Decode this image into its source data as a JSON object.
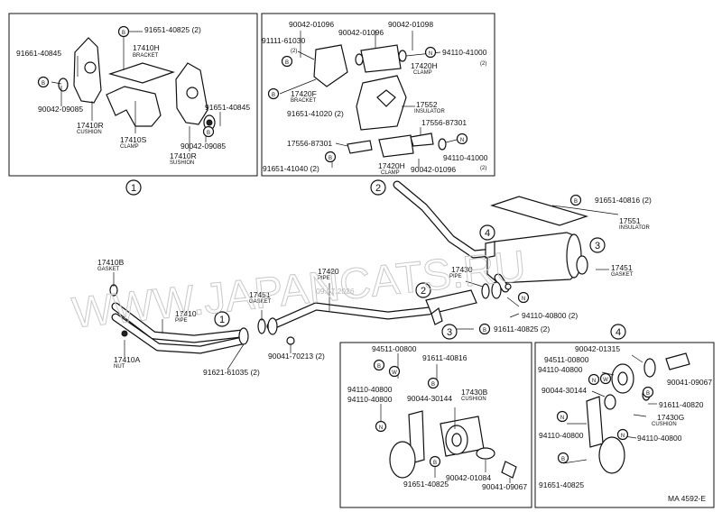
{
  "callouts": [
    {
      "text": "91651-40825 (2)"
    },
    {
      "text": "17410H"
    },
    {
      "text": "BRACKET"
    },
    {
      "text": "91661-40845"
    },
    {
      "text": "90042-09085"
    },
    {
      "text": "17410R"
    },
    {
      "text": "CUSHION"
    },
    {
      "text": "17410S"
    },
    {
      "text": "CLAMP"
    },
    {
      "text": "91651-40845"
    },
    {
      "text": "90042-09085"
    },
    {
      "text": "17410R"
    },
    {
      "text": "SUSHION"
    },
    {
      "text": "90042-01096"
    },
    {
      "text": "90042-01096"
    },
    {
      "text": "90042-01098"
    },
    {
      "text": "91111-61030"
    },
    {
      "text": "(2)"
    },
    {
      "text": "94110-41000"
    },
    {
      "text": "(2)"
    },
    {
      "text": "17420H"
    },
    {
      "text": "CLAMP"
    },
    {
      "text": "17420F"
    },
    {
      "text": "BRACKET"
    },
    {
      "text": "91651-41020 (2)"
    },
    {
      "text": "17552"
    },
    {
      "text": "INSULATOR"
    },
    {
      "text": "17556-87301"
    },
    {
      "text": "17556-87301"
    },
    {
      "text": "94110-41000"
    },
    {
      "text": "(2)"
    },
    {
      "text": "17420H"
    },
    {
      "text": "CLAMP"
    },
    {
      "text": "91651-41040 (2)"
    },
    {
      "text": "90042-01096"
    },
    {
      "text": "91651-40816 (2)"
    },
    {
      "text": "17551"
    },
    {
      "text": "INSULATOR"
    },
    {
      "text": "17410B"
    },
    {
      "text": "GASKET"
    },
    {
      "text": "17420"
    },
    {
      "text": "PIPE"
    },
    {
      "text": "17451"
    },
    {
      "text": "GASKET"
    },
    {
      "text": "17430"
    },
    {
      "text": "PIPE"
    },
    {
      "text": "17451"
    },
    {
      "text": "GASKET"
    },
    {
      "text": "17410"
    },
    {
      "text": "PIPE"
    },
    {
      "text": "94110-40800 (2)"
    },
    {
      "text": "91611-40825 (2)"
    },
    {
      "text": "17410A"
    },
    {
      "text": "NUT"
    },
    {
      "text": "90041-70213 (2)"
    },
    {
      "text": "91621-61035 (2)"
    },
    {
      "text": "94511-00800"
    },
    {
      "text": "91611-40816"
    },
    {
      "text": "94110-40800"
    },
    {
      "text": "94110-40800"
    },
    {
      "text": "90044-30144"
    },
    {
      "text": "17430B"
    },
    {
      "text": "CUSHION"
    },
    {
      "text": "91651-40825"
    },
    {
      "text": "90042-01084"
    },
    {
      "text": "90041-09067"
    },
    {
      "text": "90042-01315"
    },
    {
      "text": "94511-00800"
    },
    {
      "text": "94110-40800"
    },
    {
      "text": "90041-09067"
    },
    {
      "text": "90044-30144"
    },
    {
      "text": "91611-40820"
    },
    {
      "text": "17430G"
    },
    {
      "text": "CUSHION"
    },
    {
      "text": "94110-40800"
    },
    {
      "text": "94110-40800"
    },
    {
      "text": "91651-40825"
    }
  ],
  "symbols": {
    "bolt": "B",
    "nut": "N",
    "washer": "W"
  },
  "group_numbers": {
    "g1": "1",
    "g2": "2",
    "g3": "3",
    "g4": "4"
  },
  "drawing_code": "MA 4592-E",
  "watermark": {
    "text": "WWW.JAPANCATS.RU",
    "date": "09.07.2026"
  }
}
